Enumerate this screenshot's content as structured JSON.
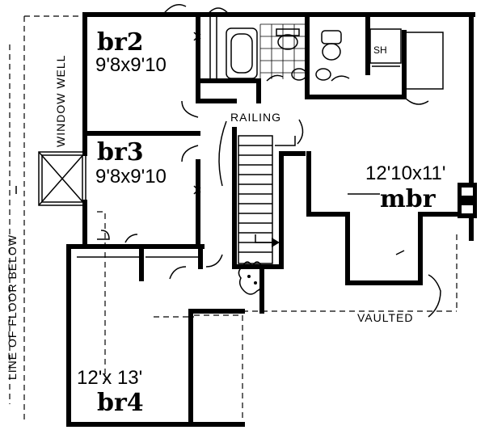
{
  "rooms": {
    "br2": {
      "name": "br2",
      "size": "9'8x9'10"
    },
    "br3": {
      "name": "br3",
      "size": "9'8x9'10"
    },
    "mbr": {
      "name": "mbr",
      "size": "12'10x11'"
    },
    "br4": {
      "name": "br4",
      "size": "12'x 13'"
    }
  },
  "labels": {
    "railing": "RAILING",
    "window_well": "WINDOW WELL",
    "shower": "SH",
    "vaulted": "VAULTED",
    "line_of_floor_below": "LINE OF FLOOR BELOW"
  }
}
